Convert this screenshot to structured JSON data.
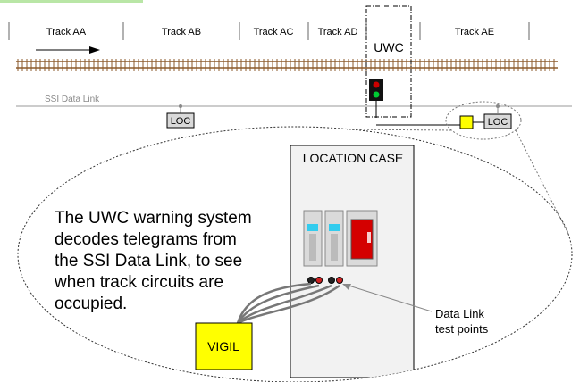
{
  "tracks": [
    {
      "id": "aa",
      "label": "Track AA"
    },
    {
      "id": "ab",
      "label": "Track AB"
    },
    {
      "id": "ac",
      "label": "Track AC"
    },
    {
      "id": "ad",
      "label": "Track AD"
    },
    {
      "id": "ae",
      "label": "Track AE"
    }
  ],
  "uwc_label": "UWC",
  "ssi_label": "SSI Data Link",
  "loc_label": "LOC",
  "case_label": "LOCATION CASE",
  "description": {
    "lines": [
      "The UWC warning system",
      "decodes telegrams from",
      "the SSI Data Link, to see",
      "when track circuits are",
      "occupied."
    ]
  },
  "vigil_label": "VIGIL",
  "datalink": {
    "lines": [
      "Data Link",
      "test points"
    ]
  },
  "colors": {
    "accent_bar": "#b9e6a6",
    "rail": "#8b5a2b",
    "loc_fill": "#d9d9d9",
    "case_fill": "#f2f2f2",
    "vigil_fill": "#ffff00",
    "module_blue": "#33ccee",
    "module_red": "#d40000",
    "signal_red": "#cc0000",
    "signal_green": "#00cc33"
  }
}
